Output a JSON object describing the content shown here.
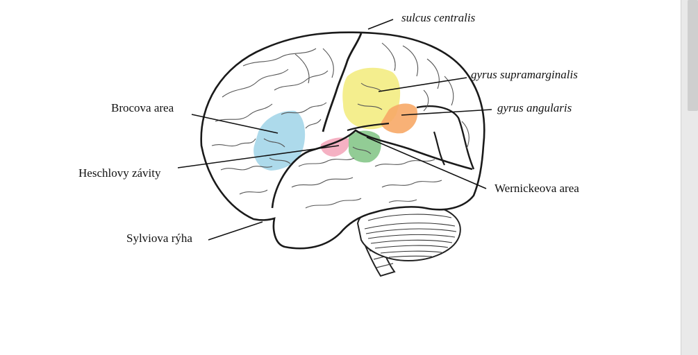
{
  "figure": {
    "labels": {
      "sulcus_centralis": "sulcus centralis",
      "gyrus_supramarginalis": "gyrus supramarginalis",
      "gyrus_angularis": "gyrus angularis",
      "brocova_area": "Brocova area",
      "heschlovy_zavity": "Heschlovy závity",
      "wernickeova_area": "Wernickeova area",
      "sylviova_ryha": "Sylviova rýha"
    },
    "region_colors": {
      "broca": "#9fd3e8",
      "heschl": "#f4a9bd",
      "wernicke": "#86c78a",
      "supramarginal": "#f3ec82",
      "angular": "#f7a867"
    }
  }
}
